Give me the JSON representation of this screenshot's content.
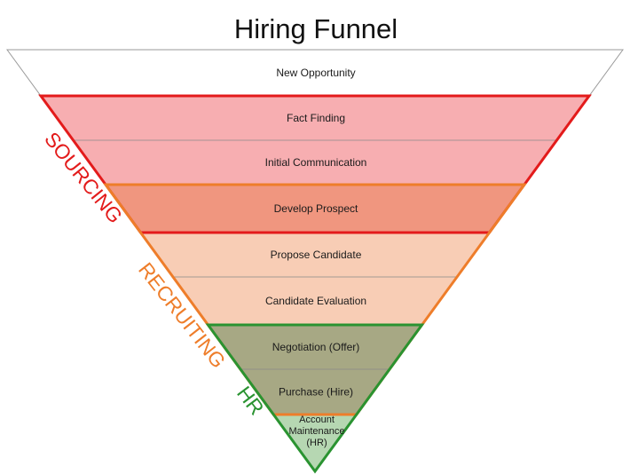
{
  "title": "Hiring Funnel",
  "stages": [
    {
      "label": "New Opportunity",
      "fill": "#ffffff"
    },
    {
      "label": "Fact Finding",
      "fill": "#f7aeb1"
    },
    {
      "label": "Initial Communication",
      "fill": "#f7aeb1"
    },
    {
      "label": "Develop Prospect",
      "fill": "#f0967f"
    },
    {
      "label": "Propose Candidate",
      "fill": "#f8cdb5"
    },
    {
      "label": "Candidate Evaluation",
      "fill": "#f8cdb5"
    },
    {
      "label": "Negotiation (Offer)",
      "fill": "#a7a884"
    },
    {
      "label": "Purchase (Hire)",
      "fill": "#a7a884"
    },
    {
      "label": "Account Maintenance (HR)",
      "label_lines": [
        "Account",
        "Maintenance",
        "(HR)"
      ],
      "fill": "#b6d7b2"
    }
  ],
  "groups": [
    {
      "label": "SOURCING",
      "color": "#e31b1b"
    },
    {
      "label": "RECRUITING",
      "color": "#ee7d2a"
    },
    {
      "label": "HR",
      "color": "#2a9331"
    }
  ],
  "colors": {
    "divider": "#8a8a8a",
    "outline": "#9a9a9a"
  }
}
